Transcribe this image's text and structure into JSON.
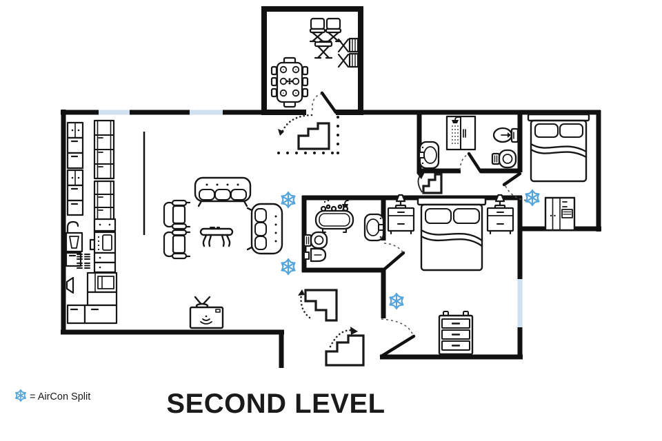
{
  "title": "SECOND LEVEL",
  "legend": {
    "icon": "snowflake",
    "label": "= AirCon Split"
  },
  "colors": {
    "walls": "#111111",
    "window": "#cfe0f0",
    "aircon": "#55a5dc",
    "furniture": "#161616",
    "text": "#1a1a1a",
    "background": "#ffffff"
  },
  "plan": {
    "level": "SECOND LEVEL",
    "aircon_split_count_on_plan": 4,
    "aircon_splits": [
      {
        "location": "living-area-east-wall-upper"
      },
      {
        "location": "living-area-east-wall-lower"
      },
      {
        "location": "bedroom-top-right"
      },
      {
        "location": "master-bedroom"
      }
    ],
    "window_count": 3,
    "rooms": [
      {
        "name": "balcony-terrace",
        "furniture": [
          "director-chair",
          "director-chair",
          "folding-table",
          "folded-lounger",
          "folded-lounger",
          "dining-table-with-six-place-settings",
          "dining-chairs"
        ]
      },
      {
        "name": "kitchen-living-area",
        "furniture": [
          "wall-cabinets",
          "tall-cabinets",
          "kitchen-sink",
          "cooktop-burners",
          "oven-unit",
          "counter-with-appliance",
          "base-cabinets",
          "wall-speaker",
          "three-seat-sofa",
          "armchair",
          "armchair",
          "coffee-table",
          "two-seat-sofa",
          "tv-set"
        ]
      },
      {
        "name": "hallway-stair-landing",
        "furniture": [
          "staircase-upper",
          "staircase-corridor",
          "staircase-mid",
          "staircase-lower"
        ]
      },
      {
        "name": "bathroom-top",
        "furniture": [
          "shower-cabin",
          "washbasin",
          "toilet",
          "bidet"
        ]
      },
      {
        "name": "bathroom-central",
        "furniture": [
          "bathtub",
          "washbasin",
          "toilet",
          "bidet"
        ]
      },
      {
        "name": "bedroom-top-right",
        "furniture": [
          "double-bed",
          "wardrobe"
        ]
      },
      {
        "name": "master-bedroom",
        "furniture": [
          "double-bed",
          "nightstand-with-lamp",
          "nightstand-with-lamp",
          "chest-of-drawers"
        ]
      }
    ]
  }
}
